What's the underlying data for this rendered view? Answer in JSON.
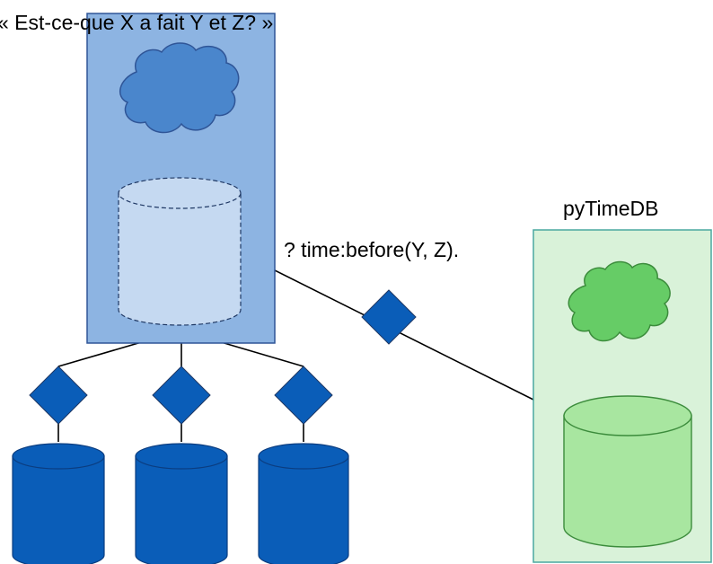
{
  "question": "« Est-ce-que X a fait Y et Z? »",
  "query": "? time:before(Y, Z).",
  "pytimedb_title": "pyTimeDB",
  "colors": {
    "main_panel": "#8db4e2",
    "main_panel_border": "#2f5597",
    "cloud_blue": "#4a86cc",
    "cylinder_light": "#c5d9f1",
    "diamond_blue": "#0a5db8",
    "db_blue": "#0a5db8",
    "green_panel": "#d9f2d9",
    "green_panel_border": "#4aa8a0",
    "cloud_green": "#66cc66",
    "cylinder_green": "#a8e6a0"
  }
}
